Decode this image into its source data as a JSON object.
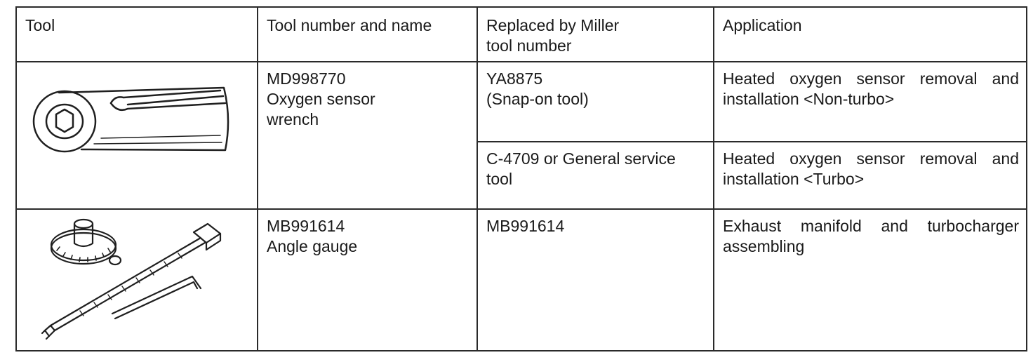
{
  "headers": {
    "tool": "Tool",
    "number_name": "Tool number and name",
    "replaced": "Replaced by Miller tool number",
    "application": "Application"
  },
  "rows": [
    {
      "icon": "oxygen-sensor-wrench-drawing",
      "number": "MD998770",
      "name": "Oxygen sensor wrench",
      "replacements": [
        {
          "replaced": "YA8875",
          "replaced_note": "(Snap-on tool)",
          "application": "Heated oxygen sensor removal and installation <Non-turbo>"
        },
        {
          "replaced": "C-4709 or General service tool",
          "replaced_note": "",
          "application": "Heated oxygen sensor removal and installation <Turbo>"
        }
      ]
    },
    {
      "icon": "angle-gauge-drawing",
      "number": "MB991614",
      "name": "Angle gauge",
      "replacements": [
        {
          "replaced": "MB991614",
          "replaced_note": "",
          "application": "Exhaust manifold and turbocharger assembling"
        }
      ]
    }
  ]
}
